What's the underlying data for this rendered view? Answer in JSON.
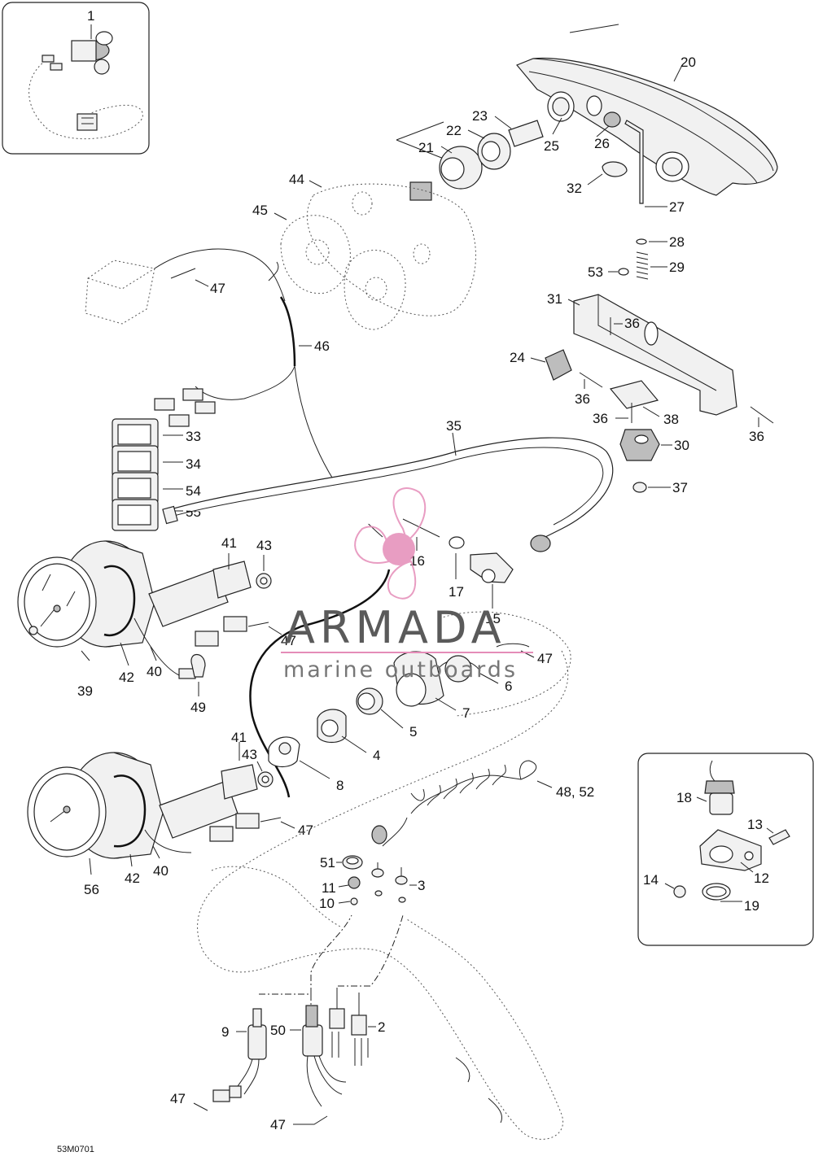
{
  "drawing_code": "53M0701",
  "watermark": {
    "brand": "ARMADA",
    "tagline": "marine outboards",
    "accent_color": "#e58cb8"
  },
  "labels": {
    "p1": "1",
    "p2": "2",
    "p3": "3",
    "p4": "4",
    "p5": "5",
    "p6": "6",
    "p7": "7",
    "p8": "8",
    "p9": "9",
    "p10": "10",
    "p11": "11",
    "p12": "12",
    "p13": "13",
    "p14": "14",
    "p15": "15",
    "p16": "16",
    "p17": "17",
    "p18": "18",
    "p19": "19",
    "p20": "20",
    "p21": "21",
    "p22": "22",
    "p23": "23",
    "p24": "24",
    "p25": "25",
    "p26": "26",
    "p27": "27",
    "p28": "28",
    "p29": "29",
    "p30": "30",
    "p31": "31",
    "p32": "32",
    "p33": "33",
    "p34": "34",
    "p35": "35",
    "p36a": "36",
    "p36b": "36",
    "p36c": "36",
    "p36d": "36",
    "p37": "37",
    "p38": "38",
    "p39": "39",
    "p40a": "40",
    "p40b": "40",
    "p41a": "41",
    "p41b": "41",
    "p42a": "42",
    "p42b": "42",
    "p43a": "43",
    "p43b": "43",
    "p44": "44",
    "p45": "45",
    "p46": "46",
    "p47a": "47",
    "p47b": "47",
    "p47c": "47",
    "p47d": "47",
    "p47e": "47",
    "p47f": "47",
    "p48_52": "48, 52",
    "p49": "49",
    "p50": "50",
    "p51": "51",
    "p53": "53",
    "p54": "54",
    "p55": "55",
    "p56": "56"
  }
}
